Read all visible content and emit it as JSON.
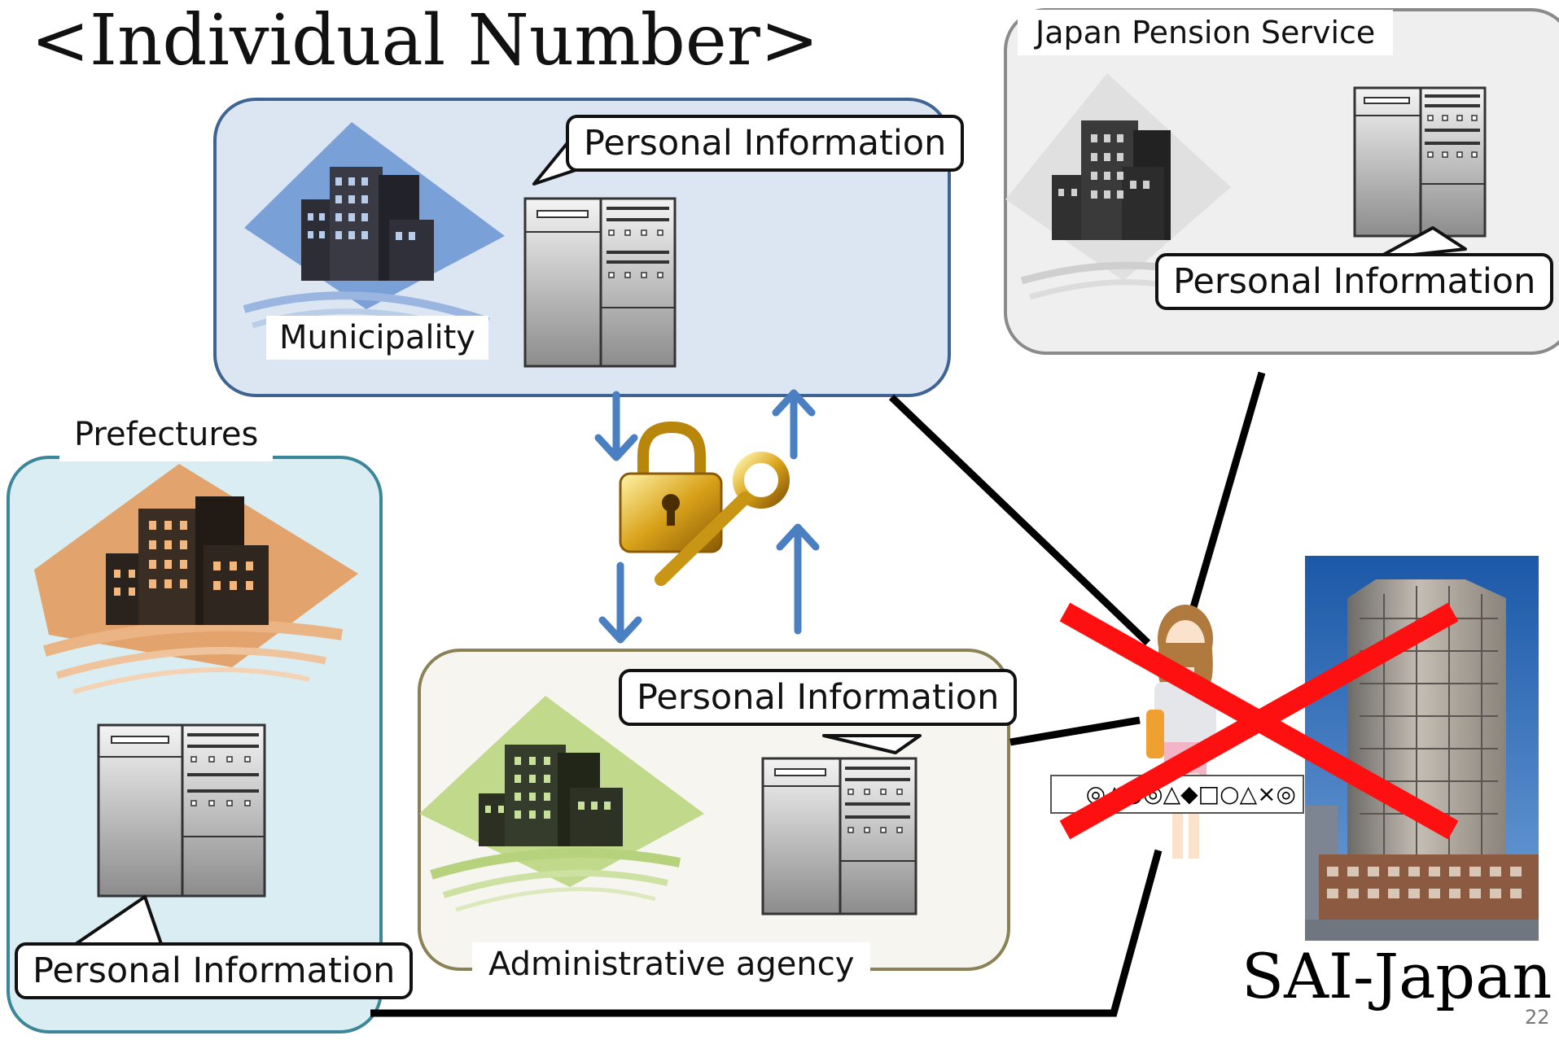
{
  "title": "<Individual Number>",
  "nodes": {
    "municipality": {
      "label": "Municipality",
      "info": "Personal Information"
    },
    "japan_pension_service": {
      "label": "Japan Pension Service",
      "info": "Personal Information"
    },
    "prefectures": {
      "label": "Prefectures",
      "info": "Personal Information"
    },
    "administrative_agency": {
      "label": "Administrative agency",
      "info": "Personal Information"
    }
  },
  "id_card_symbols": "◎△●◎△◆□○△×◎",
  "brand": "SAI-Japan",
  "page_number": "22",
  "colors": {
    "municipality": "#dbe6f2",
    "japan_pension_service": "#efefef",
    "prefectures": "#d9edf3",
    "administrative_agency": "#f6f5f0",
    "arrow": "#4a7fc1",
    "cross": "#ff1010"
  },
  "icons": [
    "building-icon",
    "server-icon",
    "lock-icon",
    "key-icon",
    "person-icon",
    "office-tower-photo",
    "red-x-icon",
    "arrow-icon"
  ]
}
